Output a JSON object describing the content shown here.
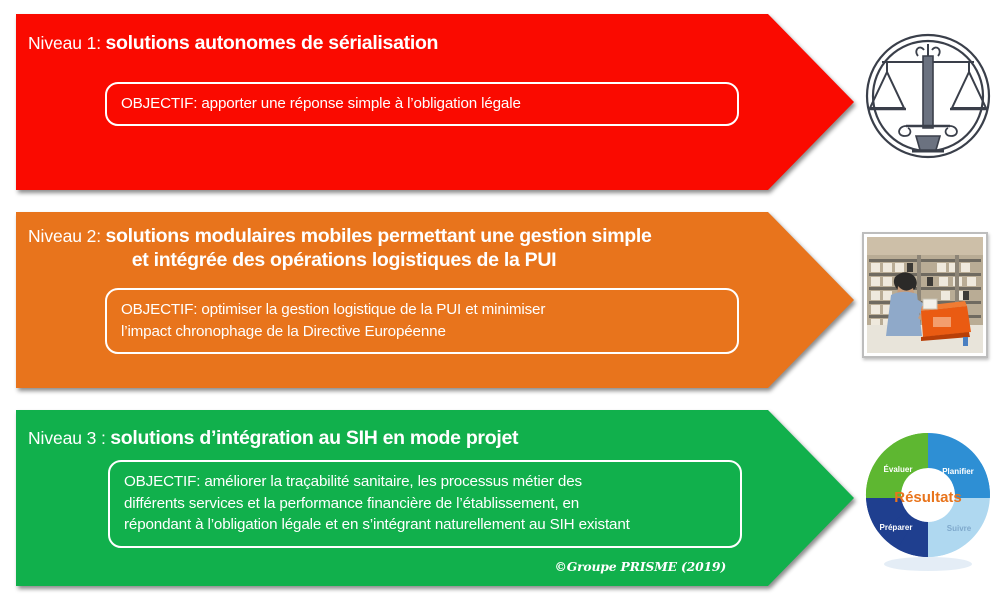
{
  "document": {
    "title": "Niveaux de solutions de sérialisation",
    "credit": "©Groupe PRISME (2019)",
    "background_color": "#FFFFFF"
  },
  "levels": [
    {
      "id": "niveau-1",
      "color": "#FA0A00",
      "level_label": "Niveau 1:",
      "headline": "solutions autonomes de sérialisation",
      "headline_line2": "",
      "objective_lines": [
        "OBJECTIF: apporter une réponse simple à l’obligation légale"
      ],
      "art": {
        "name": "scales-of-justice-emblem",
        "description": "Balance de la justice dans un cercle",
        "color": "#3a3f4a"
      }
    },
    {
      "id": "niveau-2",
      "color": "#E8741C",
      "level_label": "Niveau 2:",
      "headline": "solutions modulaires mobiles permettant une gestion simple",
      "headline_line2": "et intégrée des opérations logistiques de la PUI",
      "objective_lines": [
        "OBJECTIF: optimiser la gestion logistique de la PUI et minimiser",
        "l’impact chronophage de la Directive Européenne"
      ],
      "art": {
        "name": "pharmacy-logistics-photo",
        "description": "Photo d’un préparateur en pharmacie avec un bac orange devant des étagères",
        "color": "#E8741C"
      }
    },
    {
      "id": "niveau-3",
      "color": "#11B04C",
      "level_label": "Niveau 3 :",
      "headline": "solutions d’intégration au SIH en mode projet",
      "headline_line2": "",
      "objective_lines": [
        "OBJECTIF: améliorer la traçabilité sanitaire, les processus métier des",
        "différents services et la performance financière de l’établissement, en",
        "répondant à l’obligation légale et en s’intégrant naturellement au SIH existant"
      ],
      "art": {
        "name": "results-cycle-donut",
        "description": "Roue de l’amélioration continue",
        "color": "#1F4E9C"
      }
    }
  ],
  "donut": {
    "center_label": "Résultats",
    "center_color": "#E8741C",
    "segments": [
      {
        "label": "Planifier",
        "color": "#2E8FD4"
      },
      {
        "label": "Suivre",
        "color": "#AFD8F0"
      },
      {
        "label": "Préparer",
        "color": "#1F3F8F"
      },
      {
        "label": "Évaluer",
        "color": "#5EB731"
      }
    ]
  }
}
